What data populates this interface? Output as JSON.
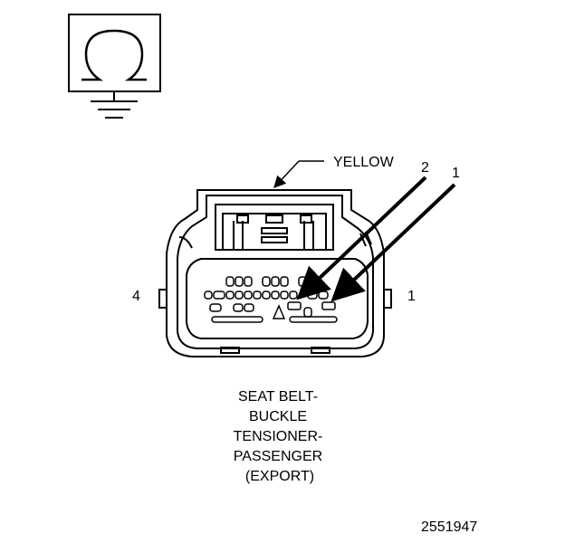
{
  "symbol": {
    "name": "ohm-ground-icon",
    "glyph": "Ω"
  },
  "wire_color_label": "YELLOW",
  "pin_callouts": {
    "pin_2": "2",
    "pin_1": "1"
  },
  "side_labels": {
    "left": "4",
    "right": "1"
  },
  "caption": {
    "line1": "SEAT BELT-",
    "line2": "BUCKLE",
    "line3": "TENSIONER-",
    "line4": "PASSENGER",
    "line5": "(EXPORT)"
  },
  "figure_id": "2551947",
  "colors": {
    "ink": "#000000",
    "background": "#ffffff"
  }
}
